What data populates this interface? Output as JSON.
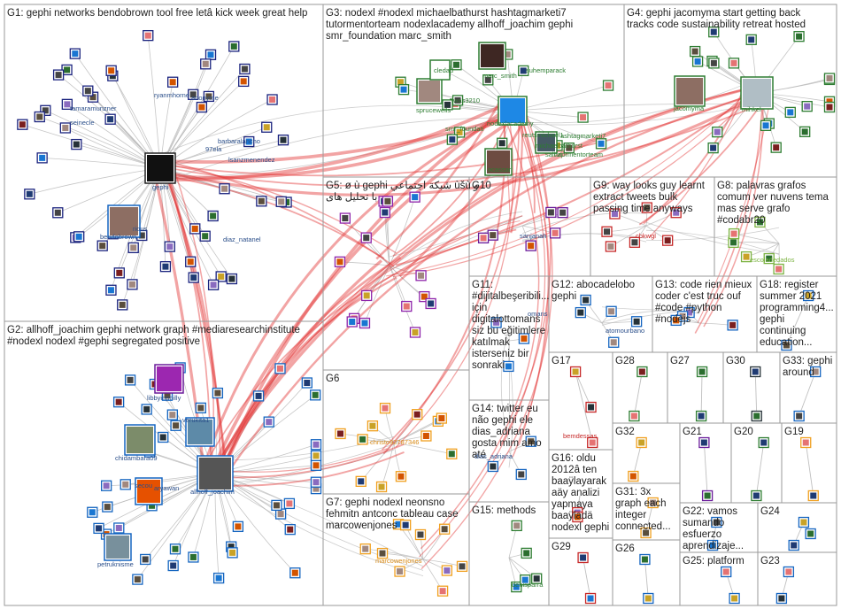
{
  "colors": {
    "edge_grey": "#b8b8b8",
    "edge_red": "#e23636",
    "box": "#9a9a9a",
    "label_blue": "#2b4f8a",
    "label_green": "#2e7d32",
    "label_orange": "#d98c1a",
    "label_red": "#c62828",
    "label_lime": "#7cb342"
  },
  "groups": [
    {
      "id": "G1",
      "lines": [
        "G1: gephi networks bendobrown tool free letâ kick week great help"
      ]
    },
    {
      "id": "G2",
      "lines": [
        "G2: allhoff_joachim gephi network graph #mediaresearchinstitute",
        "#nodexl nodexl #gephi segregated positive"
      ]
    },
    {
      "id": "G3",
      "lines": [
        "G3: nodexl #nodexl michaelbathurst hashtagmarketi7",
        "tutormentorteam nodexlacademy allhoff_joachim gephi",
        "smr_foundation marc_smith"
      ]
    },
    {
      "id": "G4",
      "lines": [
        "G4: gephi jacomyma start getting back",
        "tracks code sustainability retreat hosted"
      ]
    },
    {
      "id": "G5",
      "lines": [
        "G5: ø ù gephi شبكة اجتماعي ùšù و",
        "با تحليل های"
      ]
    },
    {
      "id": "G6",
      "lines": [
        "G6"
      ]
    },
    {
      "id": "G7",
      "lines": [
        "G7: gephi nodexl neonsno",
        "fehmitn antconc tableau case",
        "marcowenjones"
      ]
    },
    {
      "id": "G8",
      "lines": [
        "G8: palavras grafos",
        "comum ver nuvens tema",
        "mas serve grafo",
        "#codabr20"
      ]
    },
    {
      "id": "G9",
      "lines": [
        "G9: way looks guy learnt",
        "extract tweets bulk",
        "passing time anyways"
      ]
    },
    {
      "id": "G10",
      "lines": [
        "G10"
      ]
    },
    {
      "id": "G11",
      "lines": [
        "G11:",
        "#dijitalbeşeribili...",
        "için",
        "digitalottomans",
        "siz bu eğitimlere",
        "katılmak",
        "isterseniz bir",
        "sonraki"
      ]
    },
    {
      "id": "G12",
      "lines": [
        "G12: abocadelobo",
        "gephi"
      ]
    },
    {
      "id": "G13",
      "lines": [
        "G13: code rien mieux",
        "coder c'est truc ouf",
        "#code #python",
        "#nodejs"
      ]
    },
    {
      "id": "G14",
      "lines": [
        "G14: twitter eu",
        "não gephi ele",
        "dias_adriana",
        "gosta mim amo",
        "até"
      ]
    },
    {
      "id": "G15",
      "lines": [
        "G15: methods"
      ]
    },
    {
      "id": "G16",
      "lines": [
        "G16: oldu",
        "2012â ten",
        "baaÿlayarak",
        "aäy analizi",
        "yapmaya",
        "baaÿladä",
        "nodexl gephi"
      ]
    },
    {
      "id": "G17",
      "lines": [
        "G17"
      ]
    },
    {
      "id": "G18",
      "lines": [
        "G18: register",
        "summer 2021",
        "programming4...",
        "gephi",
        "continuing",
        "education..."
      ]
    },
    {
      "id": "G19",
      "lines": [
        "G19"
      ]
    },
    {
      "id": "G20",
      "lines": [
        "G20"
      ]
    },
    {
      "id": "G21",
      "lines": [
        "G21"
      ]
    },
    {
      "id": "G22",
      "lines": [
        "G22: vamos",
        "sumando",
        "esfuerzo",
        "aprendizaje..."
      ]
    },
    {
      "id": "G23",
      "lines": [
        "G23"
      ]
    },
    {
      "id": "G24",
      "lines": [
        "G24"
      ]
    },
    {
      "id": "G25",
      "lines": [
        "G25: platform"
      ]
    },
    {
      "id": "G26",
      "lines": [
        "G26"
      ]
    },
    {
      "id": "G27",
      "lines": [
        "G27"
      ]
    },
    {
      "id": "G28",
      "lines": [
        "G28"
      ]
    },
    {
      "id": "G29",
      "lines": [
        "G29"
      ]
    },
    {
      "id": "G30",
      "lines": [
        "G30"
      ]
    },
    {
      "id": "G31",
      "lines": [
        "G31: 3x",
        "graph each",
        "integer",
        "connected..."
      ]
    },
    {
      "id": "G32",
      "lines": [
        "G32"
      ]
    },
    {
      "id": "G33",
      "lines": [
        "G33: gephi",
        "around"
      ]
    }
  ],
  "labels": [
    {
      "text": "tamaramunzner",
      "color": "label_blue"
    },
    {
      "text": "seinecle",
      "color": "label_blue"
    },
    {
      "text": "ryanmhorne",
      "color": "label_blue"
    },
    {
      "text": "anonyme",
      "color": "label_blue"
    },
    {
      "text": "97ela",
      "color": "label_blue"
    },
    {
      "text": "barbaralancho",
      "color": "label_blue"
    },
    {
      "text": "lsanzmenendez",
      "color": "label_blue"
    },
    {
      "text": "gephi",
      "color": "label_blue"
    },
    {
      "text": "bendobrown",
      "color": "label_blue"
    },
    {
      "text": "rious",
      "color": "label_blue"
    },
    {
      "text": "diaz_natanel",
      "color": "label_blue"
    },
    {
      "text": "libbyinphilly",
      "color": "label_blue"
    },
    {
      "text": "verukita1",
      "color": "label_blue"
    },
    {
      "text": "chidambara09",
      "color": "label_blue"
    },
    {
      "text": "allhoff_joachim",
      "color": "label_blue"
    },
    {
      "text": "secou",
      "color": "label_blue"
    },
    {
      "text": "aryawan",
      "color": "label_blue"
    },
    {
      "text": "petruknisme",
      "color": "label_blue"
    },
    {
      "text": "cledad",
      "color": "label_green"
    },
    {
      "text": "marc_smith",
      "color": "label_green"
    },
    {
      "text": "suhemparack",
      "color": "label_green"
    },
    {
      "text": "sprucewells",
      "color": "label_green"
    },
    {
      "text": "was3210",
      "color": "label_green"
    },
    {
      "text": "smr_foundati",
      "color": "label_green"
    },
    {
      "text": "nodexlacademy",
      "color": "label_green"
    },
    {
      "text": "reutsmichael1",
      "color": "label_green"
    },
    {
      "text": "ashtagmarketi7",
      "color": "label_green"
    },
    {
      "text": "michaelbathurst",
      "color": "label_green"
    },
    {
      "text": "salhaj",
      "color": "label_green"
    },
    {
      "text": "tutormentorteam",
      "color": "label_green"
    },
    {
      "text": "ocassar",
      "color": "label_green"
    },
    {
      "text": "jacomyma",
      "color": "label_green"
    },
    {
      "text": "mihkel",
      "color": "label_green"
    },
    {
      "text": "cbkwgl",
      "color": "label_red"
    },
    {
      "text": "sanjanah",
      "color": "label_blue"
    },
    {
      "text": "escoladedados",
      "color": "label_lime"
    },
    {
      "text": "atomourbano",
      "color": "label_blue"
    },
    {
      "text": "omans",
      "color": "label_blue"
    },
    {
      "text": "christo92787346",
      "color": "label_orange"
    },
    {
      "text": "dias_adriana",
      "color": "label_blue"
    },
    {
      "text": "bemdessas",
      "color": "label_red"
    },
    {
      "text": "marcowenjones",
      "color": "label_orange"
    },
    {
      "text": "denisparra",
      "color": "label_green"
    }
  ]
}
